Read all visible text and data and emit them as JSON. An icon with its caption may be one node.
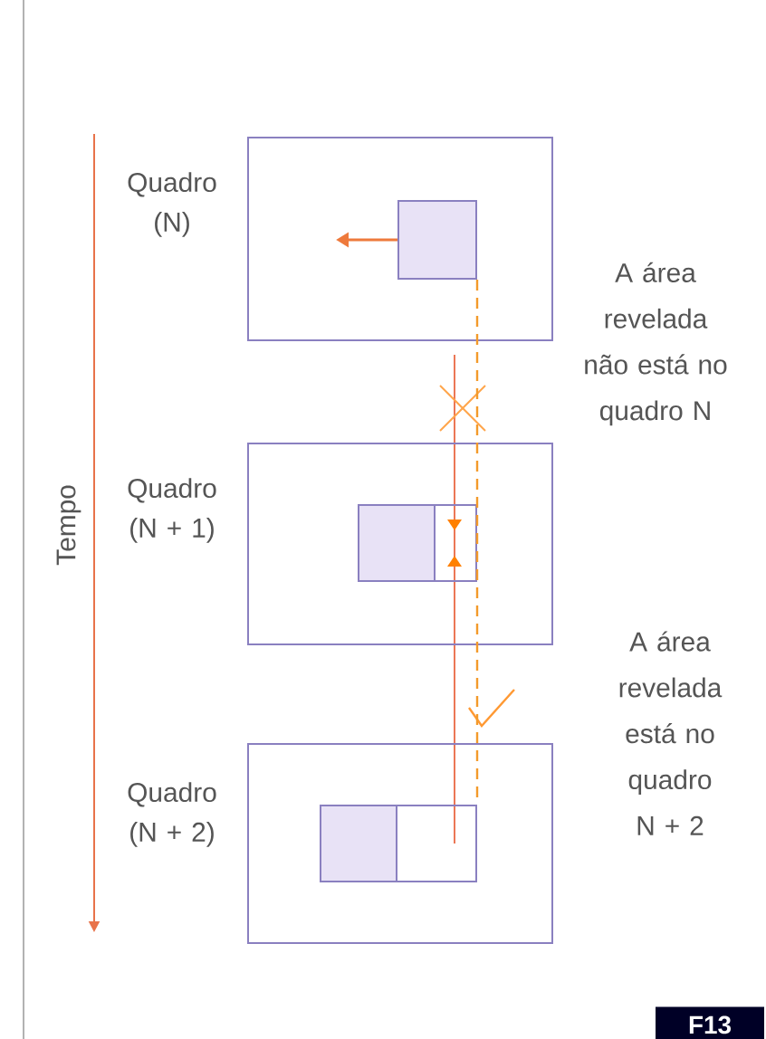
{
  "diagram": {
    "nodes": [
      {
        "text": [
          "Quadro (N)"
        ]
      },
      {
        "text": [],
        "shape": "box",
        "in": 0
      },
      {
        "text": [
          "Quadro (N + 1)"
        ]
      },
      {
        "text": [],
        "shape": "box",
        "in": 2
      },
      {
        "text": [],
        "shape": "box",
        "in": 2
      },
      {
        "text": [
          "Quadro (N + 2)"
        ]
      },
      {
        "text": [],
        "shape": "box",
        "in": 5
      },
      {
        "text": [],
        "shape": "box",
        "in": 5
      }
    ],
    "edges": [
      {
        "from": 1,
        "to": null,
        "arrow": "to",
        "color": "#ee7a3c"
      },
      {
        "from": 1,
        "to": 7,
        "arrow": "none",
        "style": "dashed",
        "color": "#f39a2a"
      }
    ],
    "labels": [
      "Tempo",
      "A área revelada não está no quadro N",
      "A área revelada está no quadro N + 2",
      "F13"
    ]
  }
}
